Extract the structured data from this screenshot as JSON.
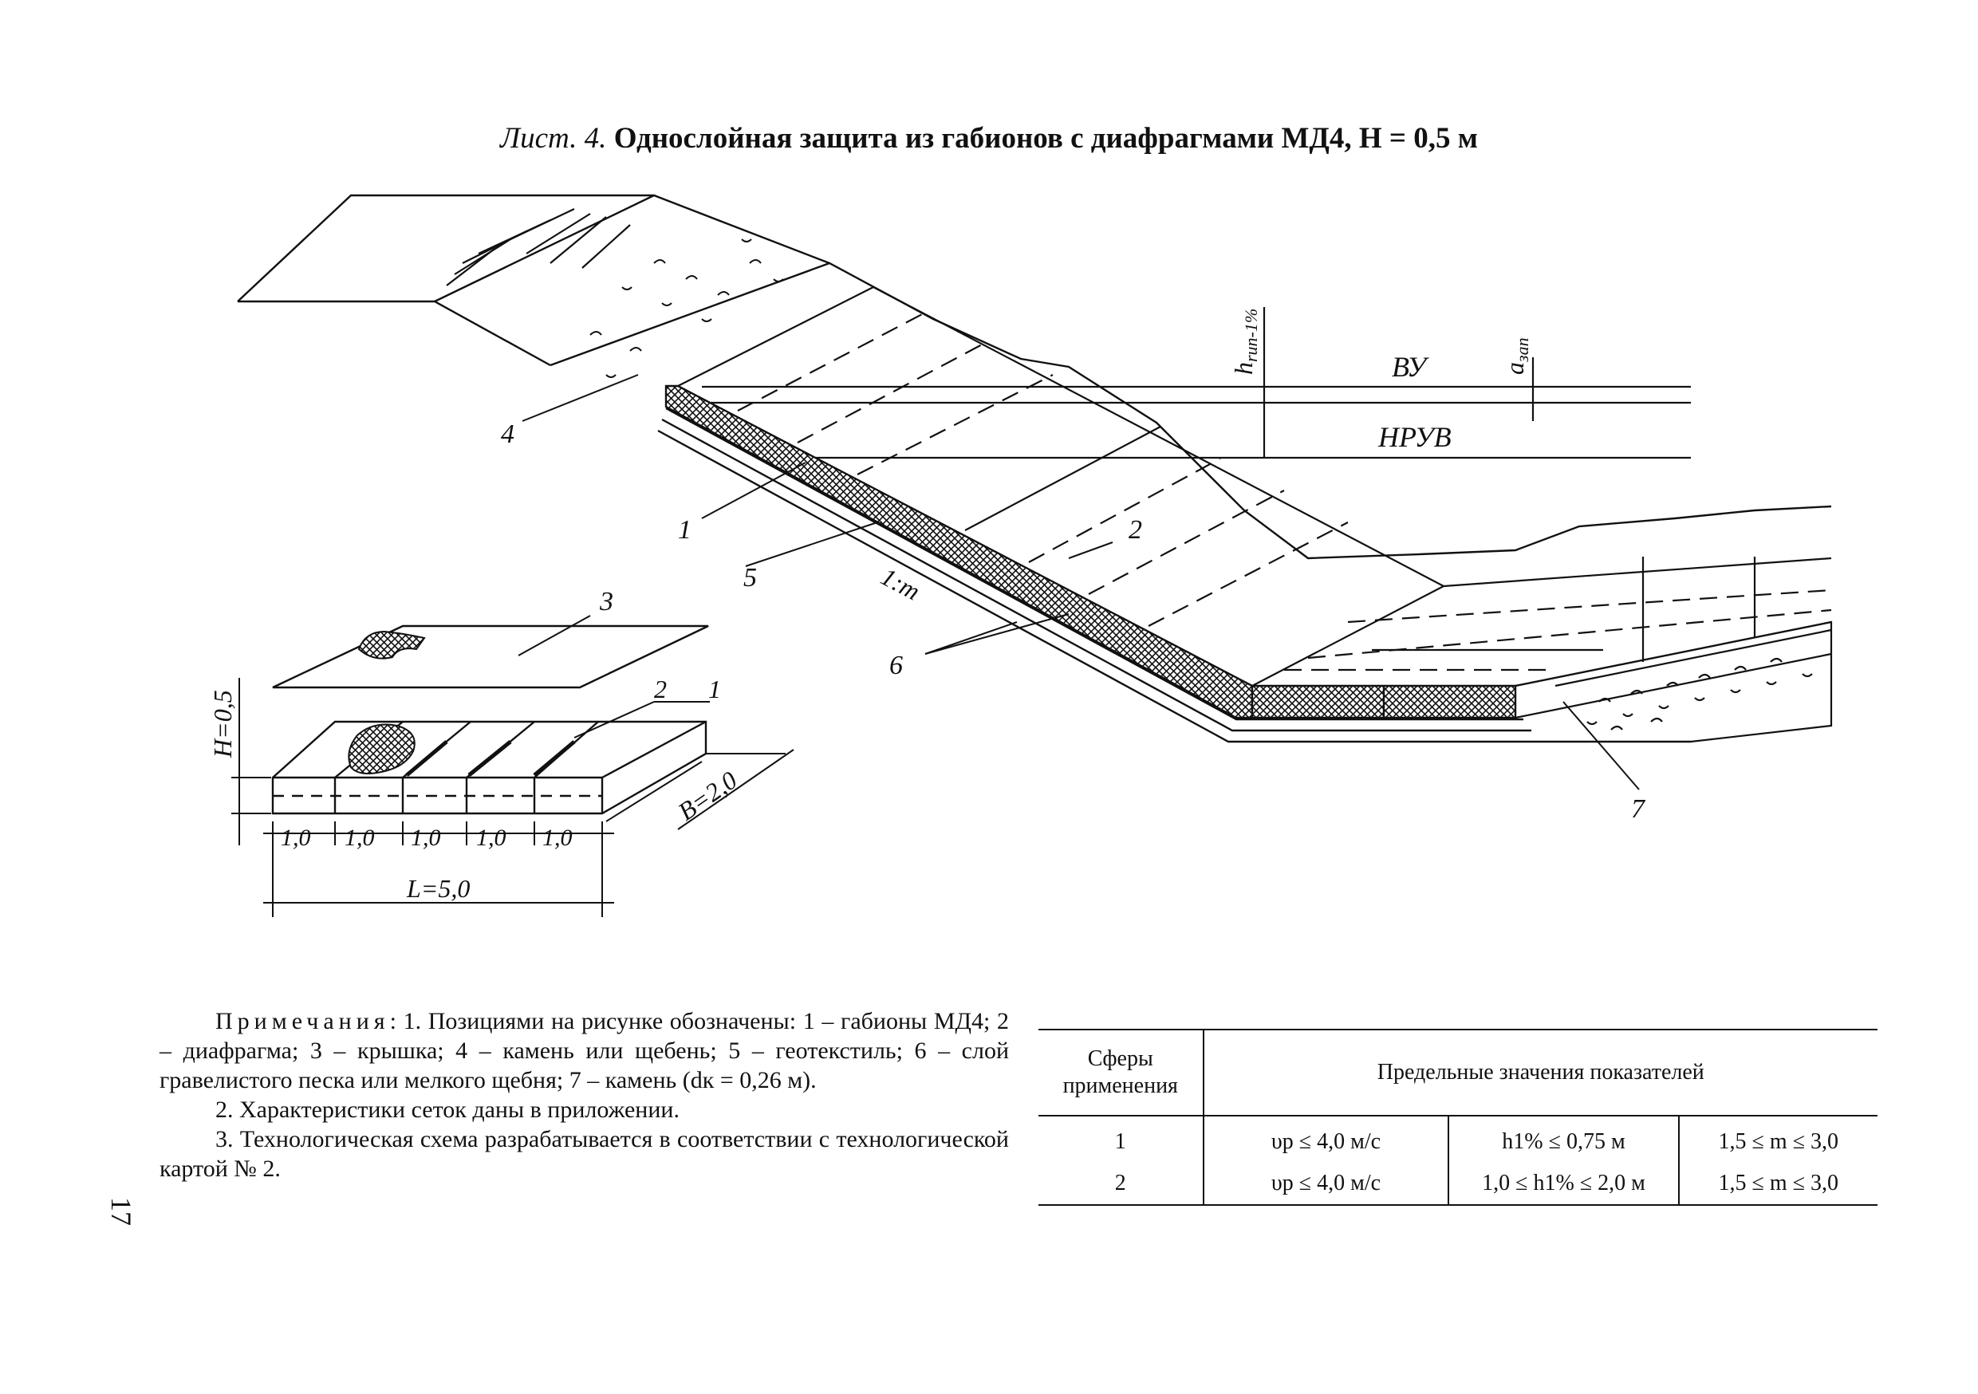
{
  "title": {
    "sheet": "Лист. 4.",
    "main": "Однослойная защита из габионов с диафрагмами МД4, H = 0,5 м"
  },
  "drawing": {
    "level_labels": {
      "vu": "ВУ",
      "nruv": "НРУВ",
      "h_run": "h",
      "h_run_sub": "run-1%",
      "a_zap": "a",
      "a_zap_sub": "зап"
    },
    "slope_label": "1:m",
    "position_numbers": [
      "1",
      "2",
      "3",
      "4",
      "5",
      "6",
      "7"
    ],
    "detail": {
      "height_label": "H=0,5",
      "width_label": "B=2,0",
      "length_label": "L=5,0",
      "cell_labels": [
        "1,0",
        "1,0",
        "1,0",
        "1,0",
        "1,0"
      ]
    }
  },
  "notes": {
    "heading": "Примечания",
    "n1": ": 1. Позициями на рисунке обозначены: 1 – габионы МД4; 2 – диафрагма; 3 – крышка; 4 – камень или щебень; 5 – геотекстиль; 6 – слой гравелистого песка или мелкого щебня; 7 – камень (dк = 0,26 м).",
    "n2": "2. Характеристики сеток даны в приложении.",
    "n3": "3. Технологическая схема разрабатывается в соответствии с технологической картой № 2."
  },
  "page_number": "17",
  "limits_table": {
    "col1_header": "Сферы применения",
    "group_header": "Предельные значения показателей",
    "rows": [
      {
        "sphere": "1",
        "velocity": "υp ≤ 4,0 м/с",
        "wave": "h1% ≤ 0,75 м",
        "slope": "1,5 ≤ m ≤ 3,0"
      },
      {
        "sphere": "2",
        "velocity": "υp ≤ 4,0 м/с",
        "wave": "1,0 ≤ h1% ≤ 2,0 м",
        "slope": "1,5 ≤ m ≤ 3,0"
      }
    ]
  }
}
